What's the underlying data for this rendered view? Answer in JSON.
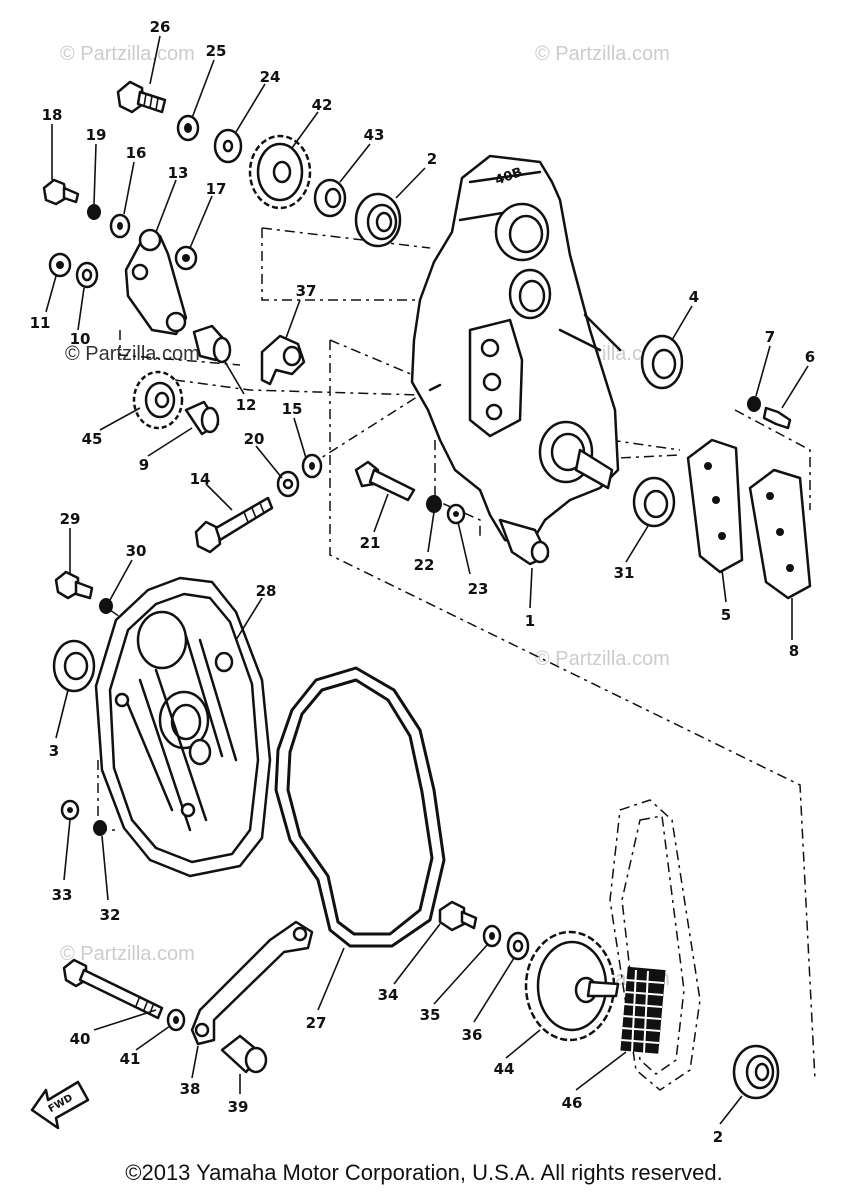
{
  "watermark": {
    "text": "© Partzilla.com"
  },
  "copyright": "©2013 Yamaha Motor Corporation, U.S.A. All rights reserved.",
  "direction_indicator": {
    "text": "FWD"
  },
  "housing_mark": {
    "text": "40B"
  },
  "part_labels": {
    "p1": "1",
    "p2a": "2",
    "p2b": "2",
    "p3": "3",
    "p4": "4",
    "p5": "5",
    "p6": "6",
    "p7": "7",
    "p8": "8",
    "p9": "9",
    "p10": "10",
    "p11": "11",
    "p12": "12",
    "p13": "13",
    "p14": "14",
    "p15": "15",
    "p16": "16",
    "p17": "17",
    "p18": "18",
    "p19": "19",
    "p20": "20",
    "p21": "21",
    "p22": "22",
    "p23": "23",
    "p24": "24",
    "p25": "25",
    "p26": "26",
    "p27": "27",
    "p28": "28",
    "p29": "29",
    "p30": "30",
    "p31": "31",
    "p32": "32",
    "p33": "33",
    "p34": "34",
    "p35": "35",
    "p36": "36",
    "p37": "37",
    "p38": "38",
    "p39": "39",
    "p40": "40",
    "p41": "41",
    "p42": "42",
    "p43": "43",
    "p44": "44",
    "p45": "45",
    "p46": "46"
  }
}
